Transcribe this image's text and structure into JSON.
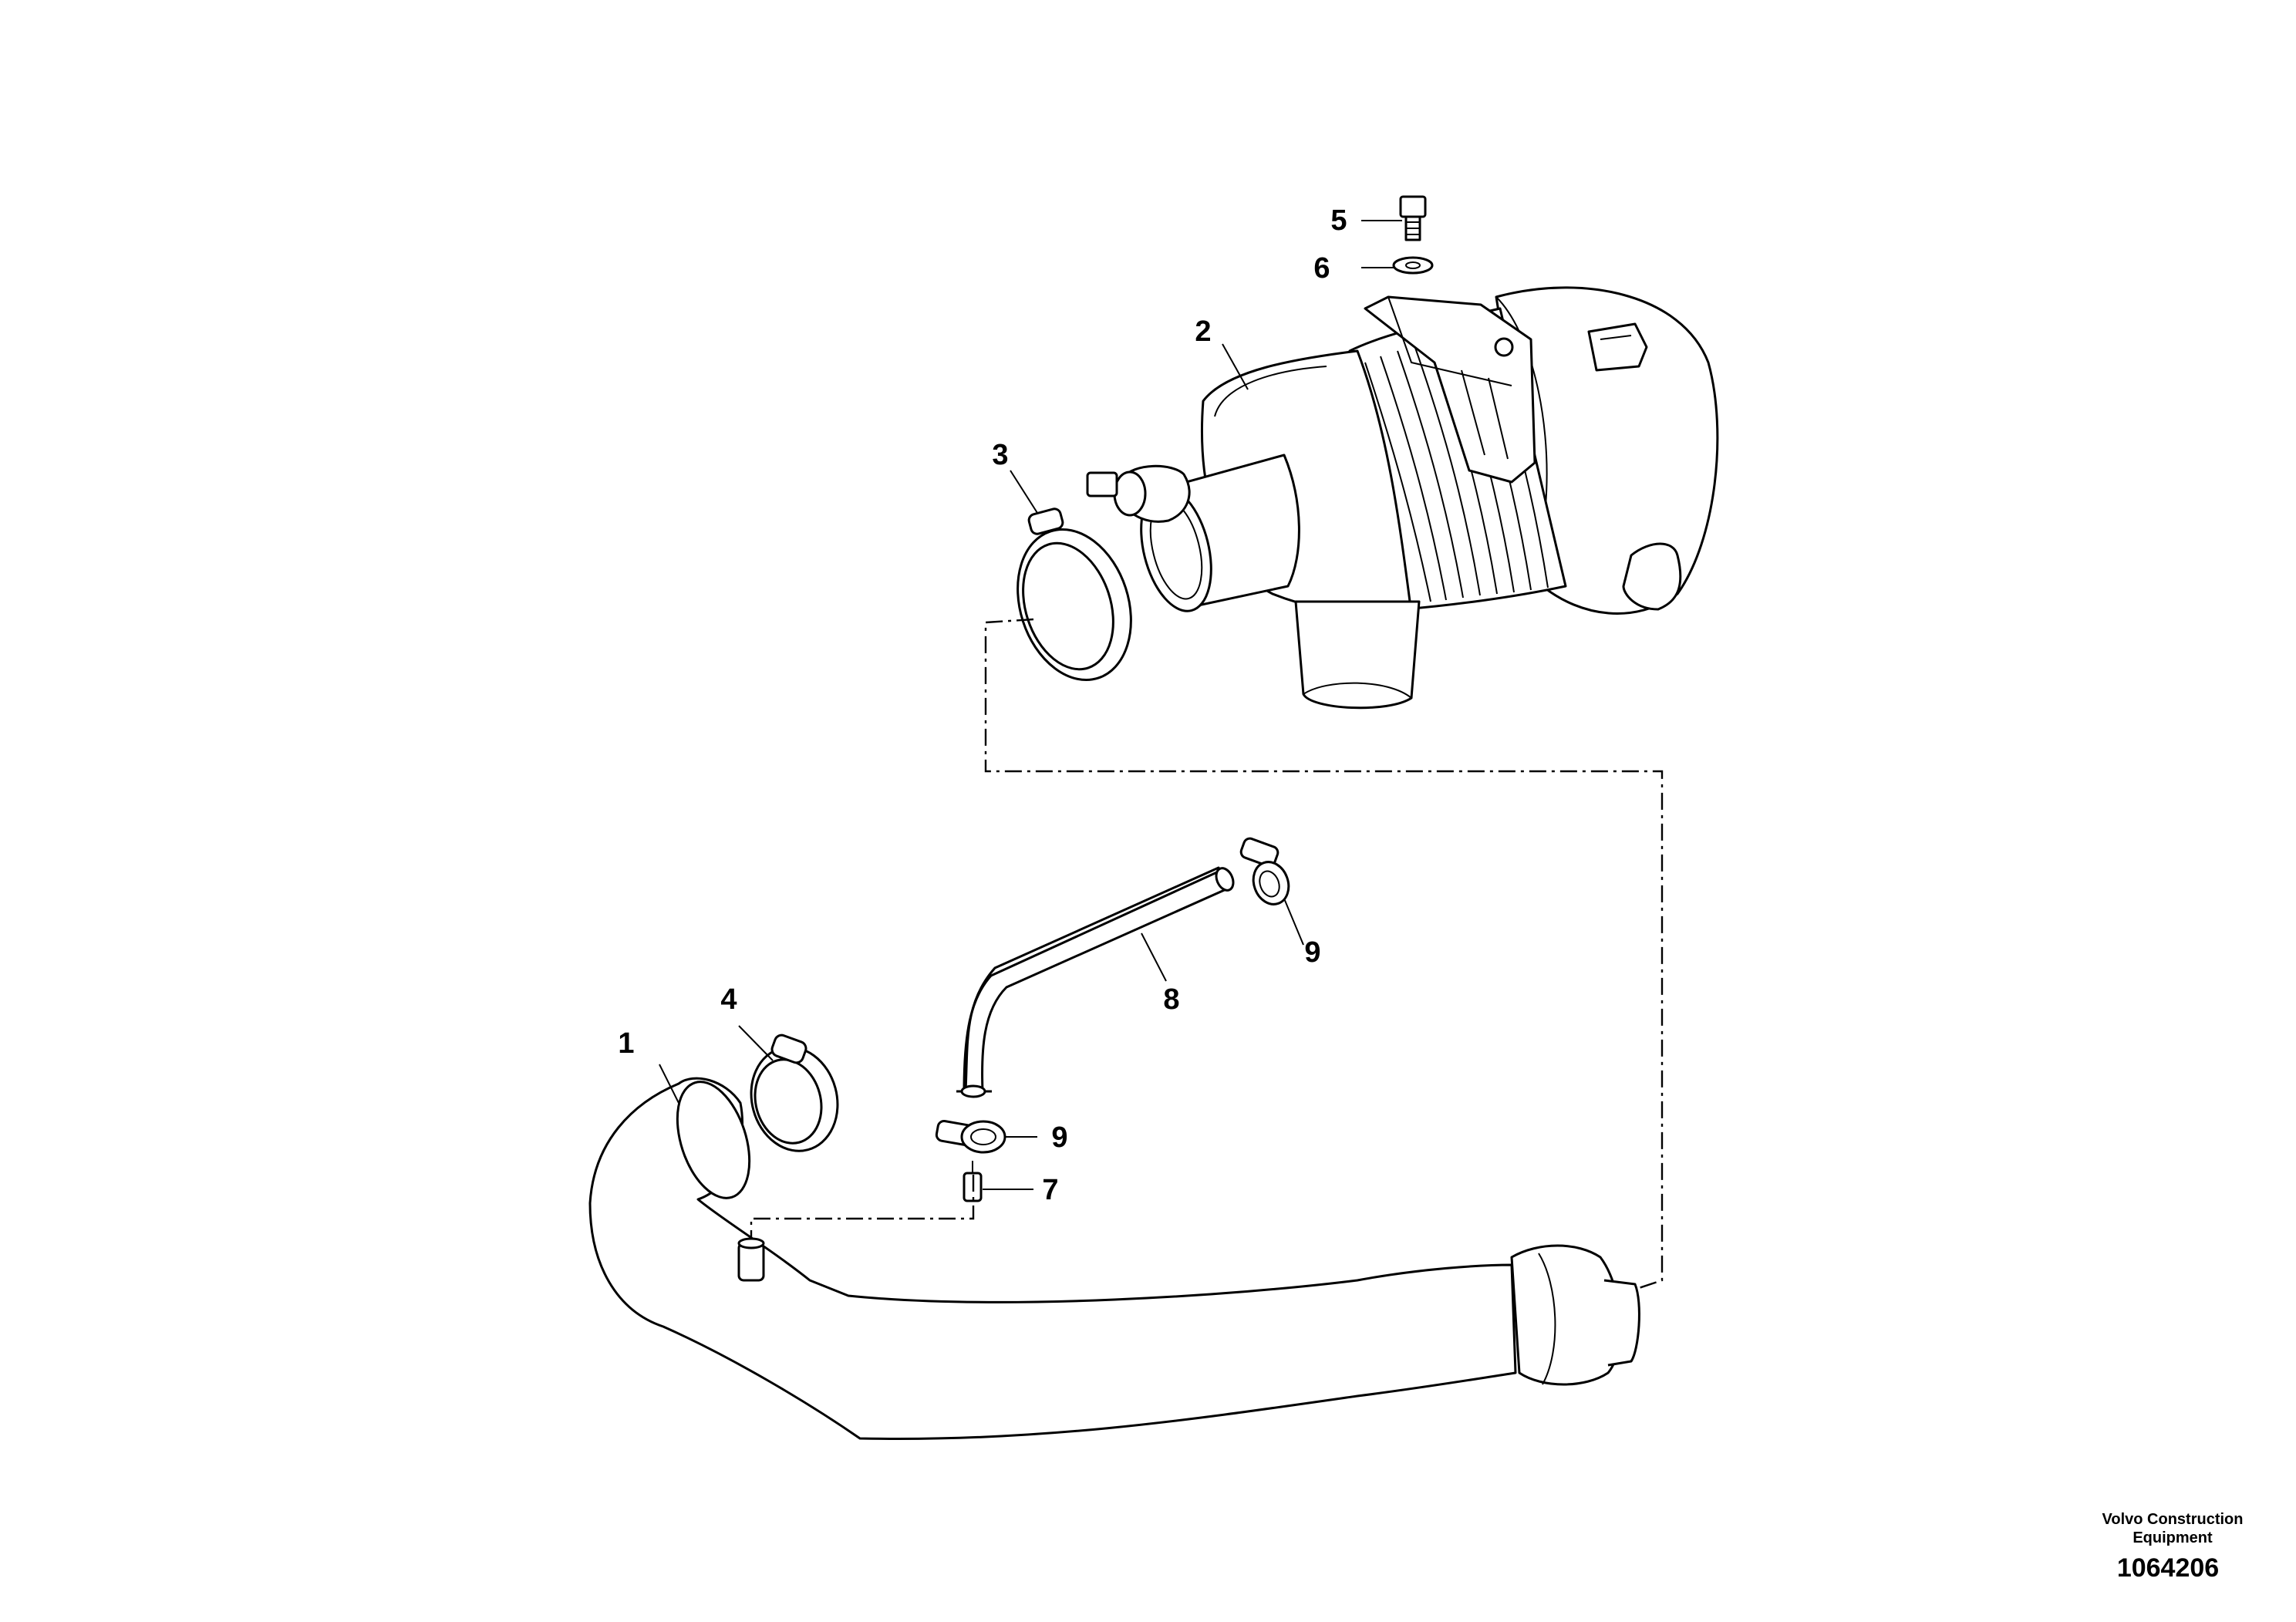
{
  "diagram": {
    "callouts": {
      "c1": "1",
      "c2": "2",
      "c3": "3",
      "c4": "4",
      "c5": "5",
      "c6": "6",
      "c7": "7",
      "c8": "8",
      "c9a": "9",
      "c9b": "9"
    },
    "credit_line1": "Volvo Construction",
    "credit_line2": "Equipment",
    "document_number": "1064206"
  }
}
